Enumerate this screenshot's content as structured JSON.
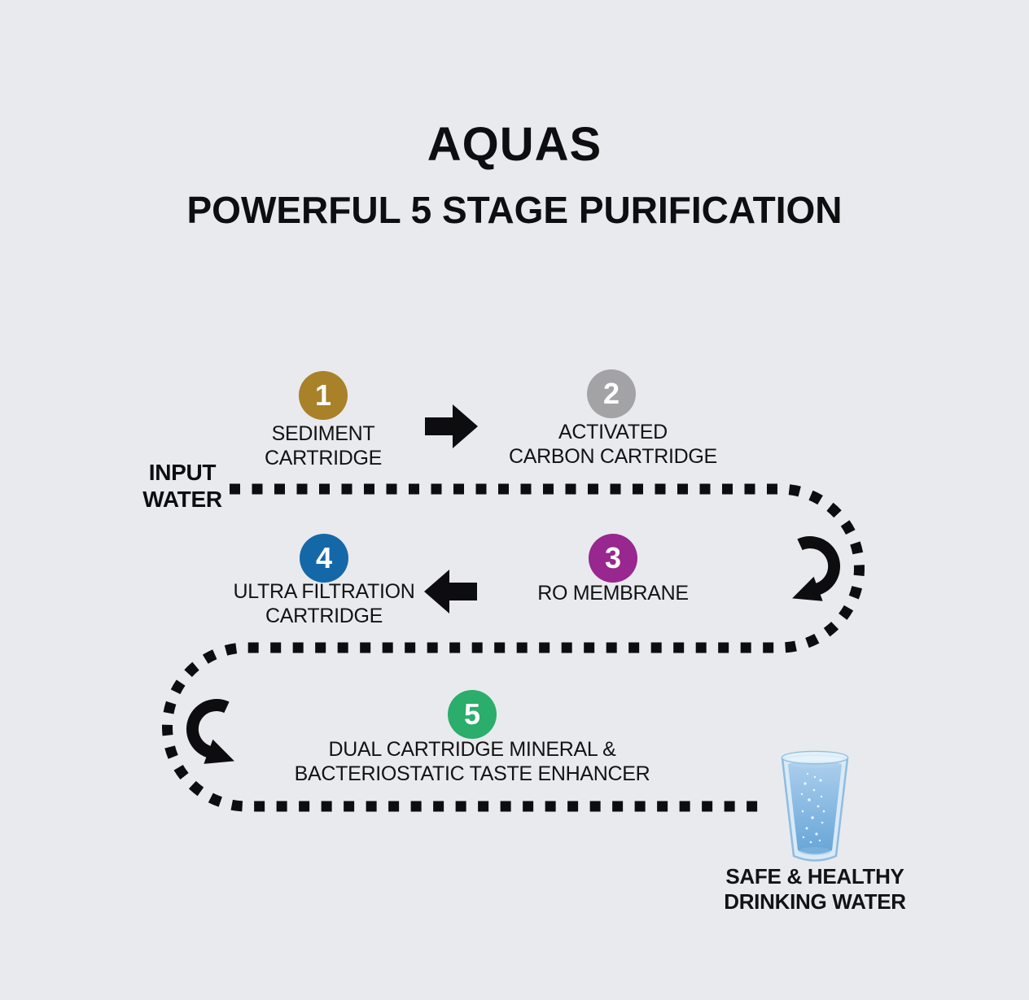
{
  "background": "#e9eaed",
  "ink": "#0d0d0f",
  "header": {
    "title": "AQUAS",
    "subtitle": "POWERFUL 5 STAGE PURIFICATION"
  },
  "input": {
    "line1": "INPUT",
    "line2": "WATER"
  },
  "stages": [
    {
      "number": "1",
      "color": "#a98129",
      "line1": "SEDIMENT",
      "line2": "CARTRIDGE"
    },
    {
      "number": "2",
      "color": "#a3a3a5",
      "line1": "ACTIVATED",
      "line2": "CARBON CARTRIDGE"
    },
    {
      "number": "3",
      "color": "#98278f",
      "line1": "RO MEMBRANE",
      "line2": ""
    },
    {
      "number": "4",
      "color": "#1568a8",
      "line1": "ULTRA FILTRATION",
      "line2": "CARTRIDGE"
    },
    {
      "number": "5",
      "color": "#2bad6b",
      "line1": "DUAL CARTRIDGE MINERAL &",
      "line2": "BACTERIOSTATIC TASTE ENHANCER"
    }
  ],
  "result": {
    "line1": "SAFE & HEALTHY",
    "line2": "DRINKING WATER"
  },
  "glass": {
    "glass_tint": "#d8eaf7",
    "rim_tint": "#e9f4fb",
    "outline": "#8fbce0",
    "water_top": "#a9cdeb",
    "water_bottom": "#66a5d8",
    "bubble": "#ffffff"
  }
}
